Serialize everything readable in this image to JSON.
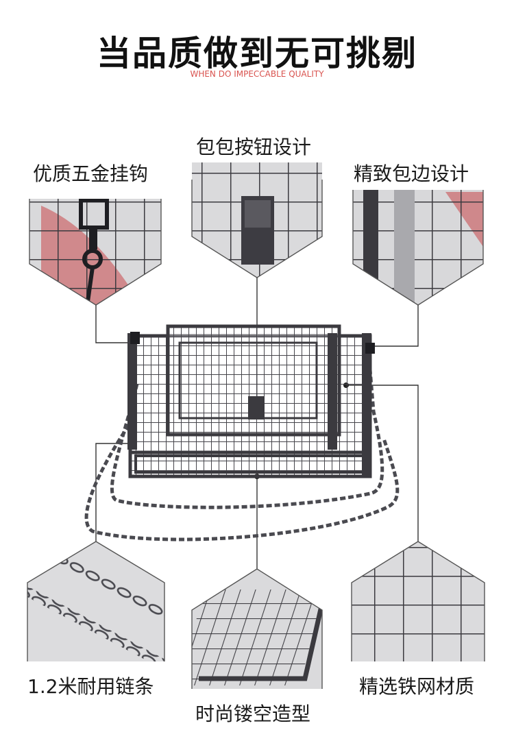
{
  "header": {
    "title": "当品质做到无可挑剔",
    "subtitle": "WHEN DO IMPECCABLE QUALITY"
  },
  "features": {
    "hook": "优质五金挂钩",
    "button": "包包按钮设计",
    "edge": "精致包边设计",
    "chain": "1.2米耐用链条",
    "hollow": "时尚镂空造型",
    "mesh": "精选铁网材质"
  },
  "colors": {
    "metal": "#3b3a3f",
    "accent_red": "#d9534f"
  }
}
